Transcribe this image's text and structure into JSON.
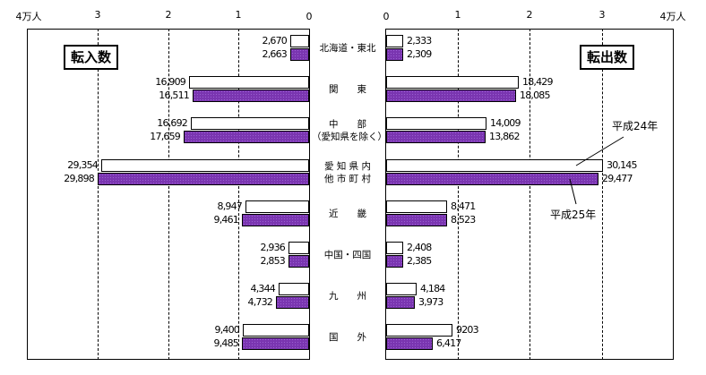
{
  "chart_data": {
    "type": "bar",
    "orientation": "horizontal-butterfly",
    "unit": "万人",
    "left_panel": {
      "title": "転入数",
      "axis_ticks": [
        "4万人",
        "3",
        "2",
        "1",
        "0"
      ],
      "xlim": [
        0,
        40000
      ]
    },
    "right_panel": {
      "title": "転出数",
      "axis_ticks": [
        "0",
        "1",
        "2",
        "3",
        "4万人"
      ],
      "xlim": [
        0,
        40000
      ]
    },
    "categories": [
      {
        "label": "北海道・東北",
        "label2": ""
      },
      {
        "label": "関　　東",
        "label2": ""
      },
      {
        "label": "中　　部",
        "label2": "（愛知県を除く）"
      },
      {
        "label": "愛 知 県 内",
        "label2": "他 市 町 村"
      },
      {
        "label": "近　　畿",
        "label2": ""
      },
      {
        "label": "中国・四国",
        "label2": ""
      },
      {
        "label": "九　　州",
        "label2": ""
      },
      {
        "label": "国　　外",
        "label2": ""
      }
    ],
    "series": [
      {
        "name": "平成24年",
        "panel": "転入数",
        "color": "#ffffff",
        "values": [
          2670,
          16909,
          16692,
          29354,
          8947,
          2936,
          4344,
          9400
        ],
        "labels": [
          "2,670",
          "16,909",
          "16,692",
          "29,354",
          "8,947",
          "2,936",
          "4,344",
          "9,400"
        ]
      },
      {
        "name": "平成25年",
        "panel": "転入数",
        "color": "#7a35b0",
        "values": [
          2663,
          16511,
          17659,
          29898,
          9461,
          2853,
          4732,
          9485
        ],
        "labels": [
          "2,663",
          "16,511",
          "17,659",
          "29,898",
          "9,461",
          "2,853",
          "4,732",
          "9,485"
        ]
      },
      {
        "name": "平成24年",
        "panel": "転出数",
        "color": "#ffffff",
        "values": [
          2333,
          18429,
          14009,
          30145,
          8471,
          2408,
          4184,
          9203
        ],
        "labels": [
          "2,333",
          "18,429",
          "14,009",
          "30,145",
          "8,471",
          "2,408",
          "4,184",
          "9203"
        ]
      },
      {
        "name": "平成25年",
        "panel": "転出数",
        "color": "#7a35b0",
        "values": [
          2309,
          18085,
          13862,
          29477,
          8523,
          2385,
          3973,
          6417
        ],
        "labels": [
          "2,309",
          "18,085",
          "13,862",
          "29,477",
          "8,523",
          "2,385",
          "3,973",
          "6,417"
        ]
      }
    ],
    "legend": [
      "平成24年",
      "平成25年"
    ],
    "grid": true
  }
}
